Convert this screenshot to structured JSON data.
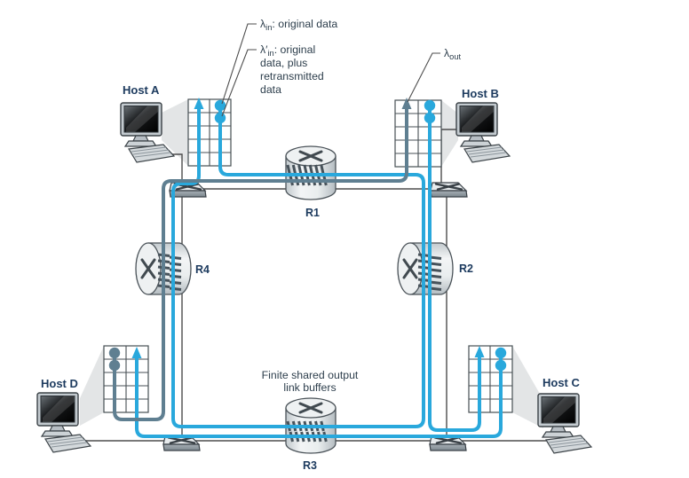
{
  "colors": {
    "flow_cyan": "#29a8dc",
    "flow_slate": "#5f7f91",
    "label": "#1c3a5e",
    "annotation": "#2d3e4c",
    "line": "#4d4d4d",
    "grid": "#474f54"
  },
  "annotations": {
    "lambda_in": {
      "sym": "λ",
      "sub": "in",
      "rest": ": original data"
    },
    "lambda_in_prime": {
      "sym": "λ′",
      "sub": "in",
      "rest": ": original",
      "line2": "data, plus",
      "line3": "retransmitted",
      "line4": "data"
    },
    "lambda_out": {
      "sym": "λ",
      "sub": "out"
    },
    "buffer_caption": {
      "line1": "Finite shared output",
      "line2": "link buffers"
    }
  },
  "hosts": {
    "a": {
      "label": "Host A"
    },
    "b": {
      "label": "Host B"
    },
    "c": {
      "label": "Host C"
    },
    "d": {
      "label": "Host D"
    }
  },
  "routers": {
    "r1": {
      "label": "R1"
    },
    "r2": {
      "label": "R2"
    },
    "r3": {
      "label": "R3"
    },
    "r4": {
      "label": "R4"
    }
  }
}
